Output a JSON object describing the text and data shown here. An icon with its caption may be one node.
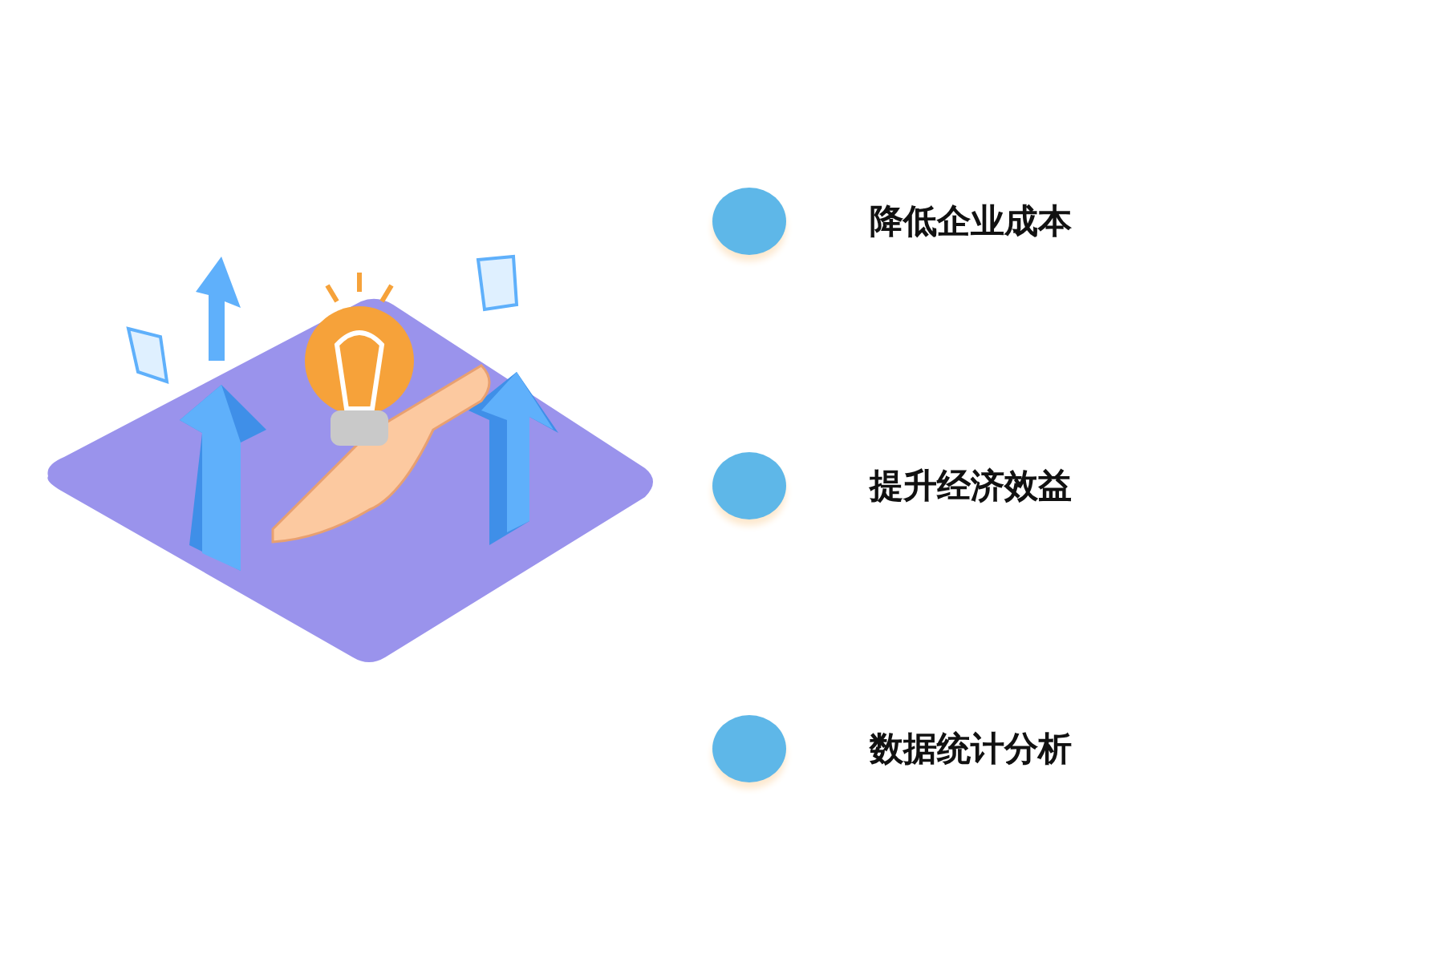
{
  "diagram": {
    "nodes": [
      {
        "text": [],
        "shape": "circle",
        "beside": [
          "降低企业成本"
        ]
      },
      {
        "text": [],
        "shape": "circle",
        "beside": [
          "提升经济效益"
        ]
      },
      {
        "text": [],
        "shape": "circle",
        "beside": [
          "数据统计分析"
        ]
      }
    ]
  }
}
